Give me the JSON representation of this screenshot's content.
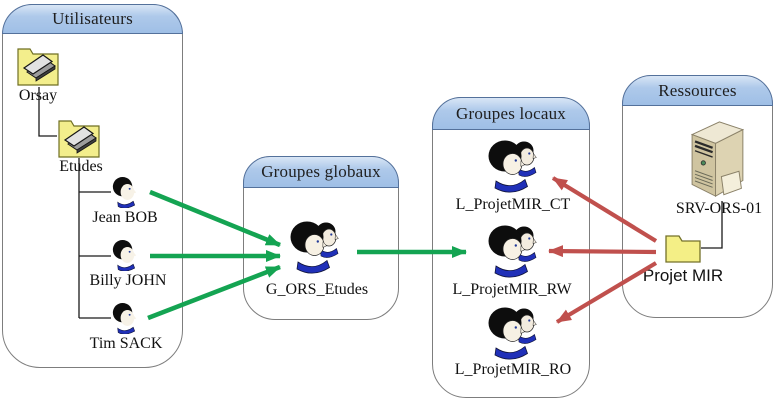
{
  "diagram": {
    "utilisateurs": {
      "title": "Utilisateurs",
      "ous": [
        {
          "label": "Orsay"
        },
        {
          "label": "Etudes"
        }
      ],
      "users": [
        {
          "label": "Jean BOB"
        },
        {
          "label": "Billy JOHN"
        },
        {
          "label": "Tim SACK"
        }
      ]
    },
    "groupes_globaux": {
      "title": "Groupes globaux",
      "group_label": "G_ORS_Etudes"
    },
    "groupes_locaux": {
      "title": "Groupes locaux",
      "groups": [
        {
          "label": "L_ProjetMIR_CT"
        },
        {
          "label": "L_ProjetMIR_RW"
        },
        {
          "label": "L_ProjetMIR_RO"
        }
      ]
    },
    "ressources": {
      "title": "Ressources",
      "server_label": "SRV-ORS-01",
      "folder_label": "Projet MIR"
    }
  },
  "colors": {
    "green_arrow": "#14a452",
    "red_arrow": "#c0504d",
    "header_blue": "#a8c5e9",
    "folder_yellow": "#f3ee8c"
  }
}
